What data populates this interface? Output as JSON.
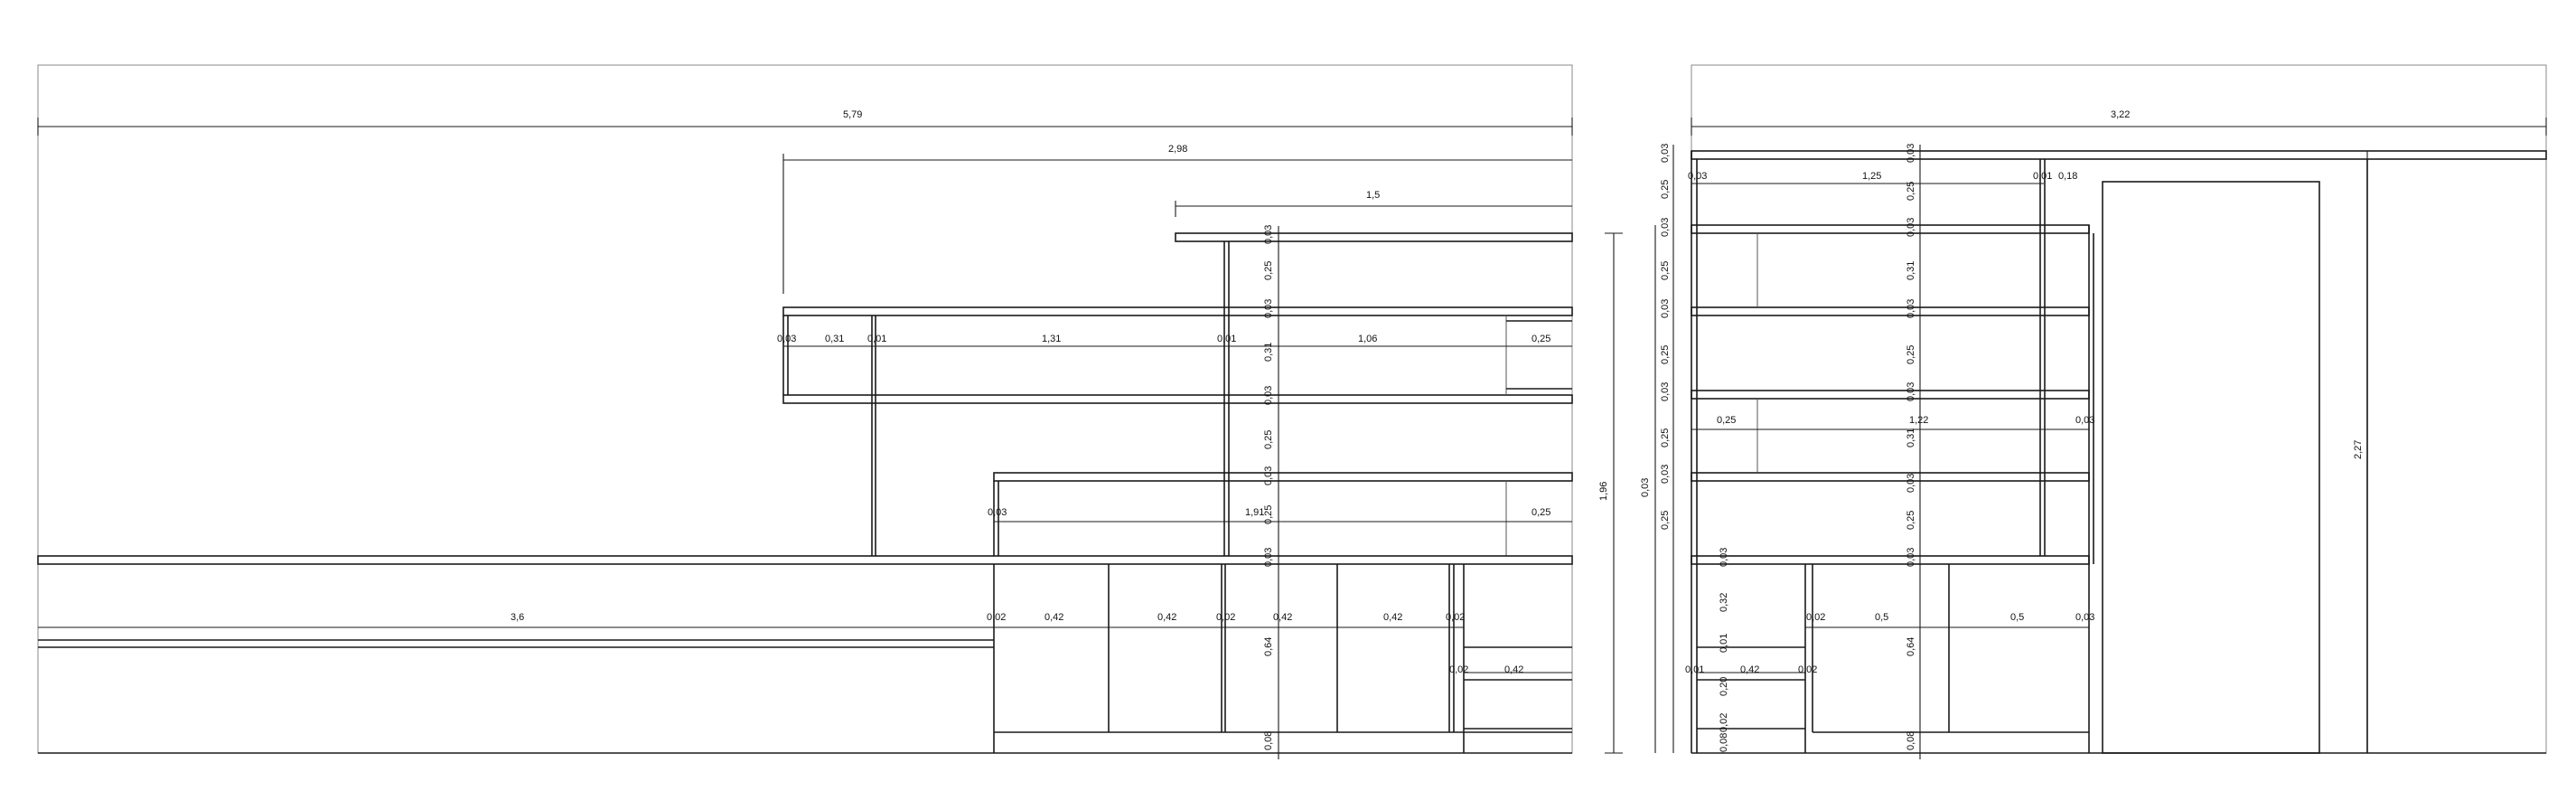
{
  "drawing": {
    "left_elevation": {
      "dimensions": {
        "total_width": "5,79",
        "upper_unit_width": "2,98",
        "top_shelf_width": "1,5",
        "height": "1,96",
        "shelf_seg_a": "0,03",
        "shelf_seg_b": "0,31",
        "shelf_seg_c": "0,01",
        "shelf_seg_d": "1,31",
        "shelf_seg_e": "0,01",
        "shelf_seg_f": "1,06",
        "shelf_seg_g": "0,25",
        "mid_seg_a": "0,03",
        "mid_seg_b": "1,91",
        "mid_seg_c": "0,25",
        "bench_width": "3,6",
        "base_a": "0,02",
        "base_b": "0,42",
        "base_c": "0,42",
        "base_d": "0,02",
        "base_e": "0,42",
        "base_f": "0,42",
        "base_g": "0,02",
        "drawer_a": "0,02",
        "drawer_b": "0,42",
        "v1": "0,03",
        "v2": "0,25",
        "v3": "0,03",
        "v4": "0,31",
        "v5": "0,03",
        "v6": "0,25",
        "v7": "0,03",
        "v8": "0,25",
        "v9": "0,03",
        "v10": "0,64",
        "v11": "0,08"
      }
    },
    "right_elevation": {
      "dimensions": {
        "total_width": "3,22",
        "seg_a": "0,03",
        "seg_b": "1,25",
        "seg_c": "0,01",
        "seg_d": "0,18",
        "mid_a": "0,25",
        "mid_b": "1,22",
        "mid_c": "0,03",
        "base_a": "0,02",
        "base_b": "0,5",
        "base_c": "0,5",
        "base_d": "0,03",
        "drawer_a": "0,01",
        "drawer_b": "0,42",
        "drawer_c": "0,02",
        "height_total": "0,03",
        "door_height": "2,27",
        "vl1": "0,03",
        "vl2": "0,25",
        "vl3": "0,03",
        "vl4": "0,25",
        "vl5": "0,03",
        "vl6": "0,25",
        "vl7": "0,03",
        "vl8": "0,25",
        "vl9": "0,03",
        "vl10": "0,25",
        "vl11": "0,03",
        "vl12": "0,32",
        "vl13": "0,01",
        "vl14": "0,20",
        "vl15": "0,02",
        "vl16": "0,08",
        "vm1": "0,03",
        "vm2": "0,25",
        "vm3": "0,03",
        "vm4": "0,31",
        "vm5": "0,03",
        "vm6": "0,25",
        "vm7": "0,03",
        "vm8": "0,31",
        "vm9": "0,03",
        "vm10": "0,25",
        "vm11": "0,03",
        "vm12": "0,64",
        "vm13": "0,08"
      }
    }
  }
}
